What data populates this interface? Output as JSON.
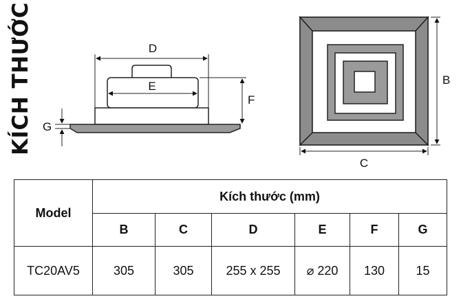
{
  "title": "KÍCH THƯỚC",
  "side_view": {
    "labels": {
      "D": "D",
      "E": "E",
      "F": "F",
      "G": "G"
    }
  },
  "top_view": {
    "labels": {
      "B": "B",
      "C": "C"
    }
  },
  "table": {
    "model_header": "Model",
    "group_header": "Kích thước (mm)",
    "columns": [
      "B",
      "C",
      "D",
      "E",
      "F",
      "G"
    ],
    "rows": [
      {
        "model": "TC20AV5",
        "values": [
          "305",
          "305",
          "255 x 255",
          "⌀ 220",
          "130",
          "15"
        ]
      }
    ]
  }
}
